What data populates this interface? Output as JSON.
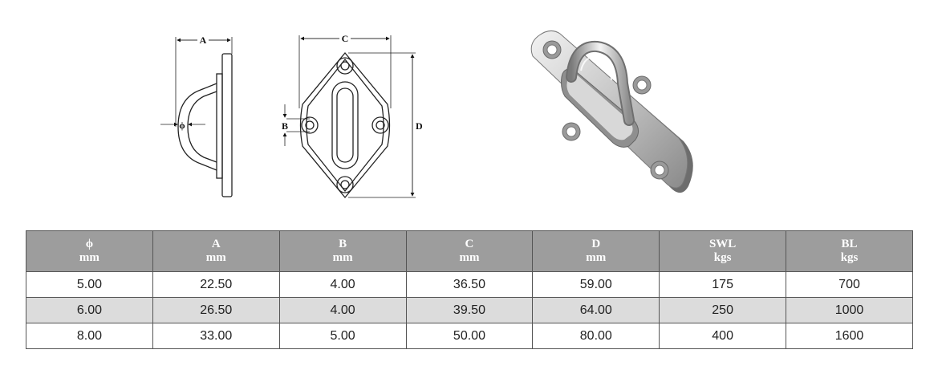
{
  "drawing": {
    "dim_a": "A",
    "dim_phi": "ϕ",
    "dim_b": "B",
    "dim_c": "C",
    "dim_d": "D"
  },
  "photo_colors": {
    "steel_light": "#e4e4e4",
    "steel_dark": "#8a8a8a"
  },
  "table": {
    "headers": [
      {
        "top": "ϕ",
        "unit": "mm"
      },
      {
        "top": "A",
        "unit": "mm"
      },
      {
        "top": "B",
        "unit": "mm"
      },
      {
        "top": "C",
        "unit": "mm"
      },
      {
        "top": "D",
        "unit": "mm"
      },
      {
        "top": "SWL",
        "unit": "kgs"
      },
      {
        "top": "BL",
        "unit": "kgs"
      }
    ],
    "rows": [
      [
        "5.00",
        "22.50",
        "4.00",
        "36.50",
        "59.00",
        "175",
        "700"
      ],
      [
        "6.00",
        "26.50",
        "4.00",
        "39.50",
        "64.00",
        "250",
        "1000"
      ],
      [
        "8.00",
        "33.00",
        "5.00",
        "50.00",
        "80.00",
        "400",
        "1600"
      ]
    ],
    "header_bg": "#9d9d9d",
    "alt_row_bg": "#dcdcdc"
  }
}
